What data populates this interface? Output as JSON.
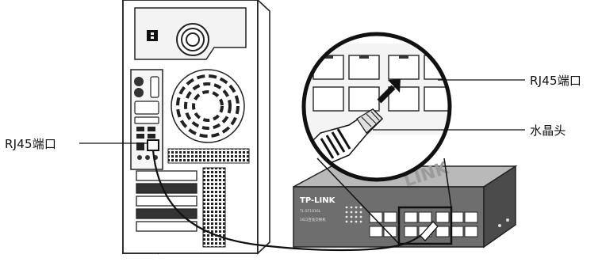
{
  "labels": {
    "pc_port": "RJ45端口",
    "switch_port": "RJ45端口",
    "connector": "水晶头"
  },
  "switch": {
    "brand": "TP-LINK",
    "model": "TL-SF1016L",
    "subtitle": "16口百兆交换机",
    "watermark": "LINK"
  }
}
